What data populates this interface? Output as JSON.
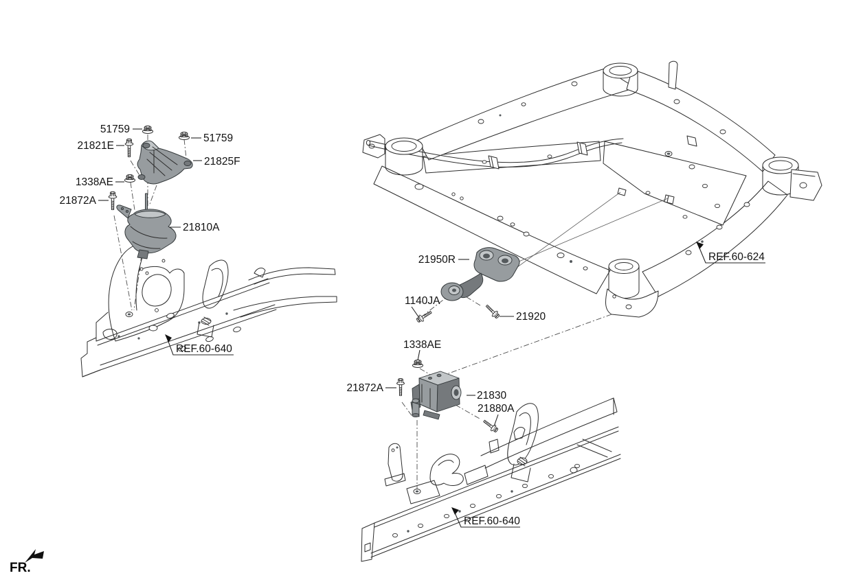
{
  "diagram_type": "parts-exploded-diagram",
  "callouts": {
    "nut_51759_a": "51759",
    "bolt_21821E": "21821E",
    "nut_51759_b": "51759",
    "bracket_21825F": "21825F",
    "nut_1338AE_a": "1338AE",
    "bolt_21872A_a": "21872A",
    "mount_21810A": "21810A",
    "ref_front_side_member_left": "REF.60-640",
    "rollrod_21950R": "21950R",
    "bolt_1140JA": "1140JA",
    "bolt_21920": "21920",
    "ref_crossmember": "REF.60-624",
    "nut_1338AE_b": "1338AE",
    "bolt_21872A_b": "21872A",
    "mount_21830": "21830",
    "bolt_21880A": "21880A",
    "ref_front_side_member_right": "REF.60-640"
  },
  "direction_indicator": "FR.",
  "colors": {
    "line": "#2b2b2b",
    "part_fill": "#979c9f",
    "part_highlight": "#c2c6c8",
    "part_shadow": "#75797c",
    "label_text": "#111111",
    "background": "#ffffff"
  }
}
